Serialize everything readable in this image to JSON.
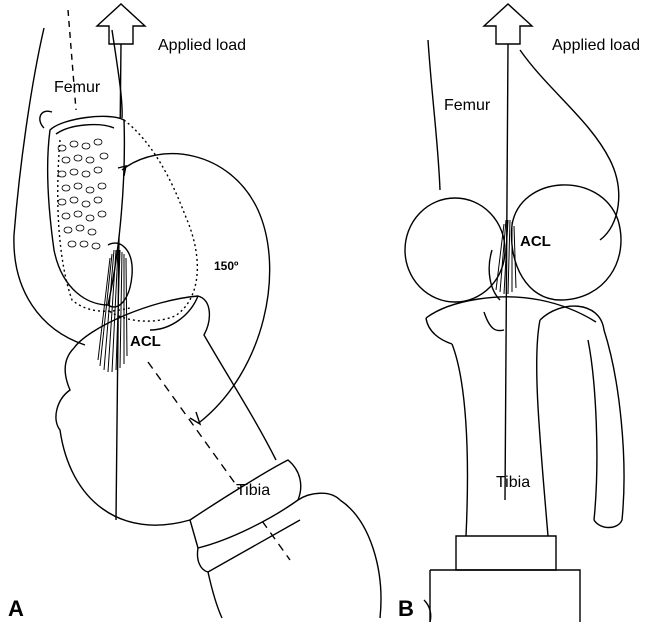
{
  "panel_a": {
    "panel_letter": "A",
    "applied_load": "Applied load",
    "femur": "Femur",
    "acl": "ACL",
    "angle": "150º",
    "tibia": "Tibia"
  },
  "panel_b": {
    "panel_letter": "B",
    "applied_load": "Applied load",
    "femur": "Femur",
    "acl": "ACL",
    "tibia": "Tibia"
  }
}
